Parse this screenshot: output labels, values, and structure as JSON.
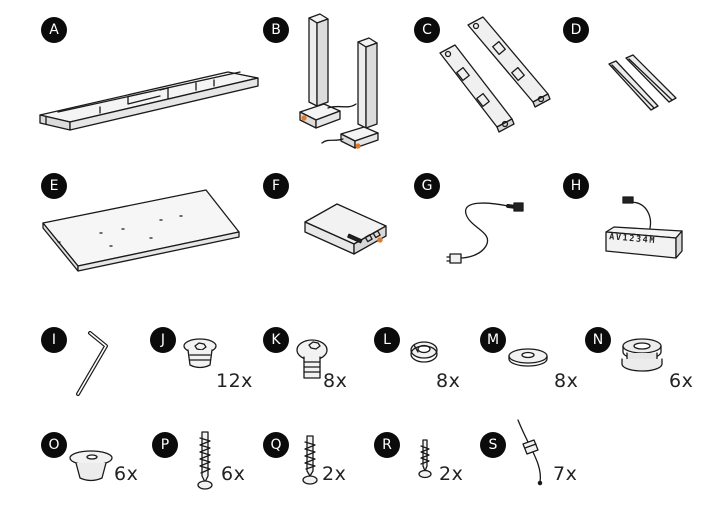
{
  "parts": [
    {
      "label": "A",
      "qty": "",
      "icon": "crossbeam-icon"
    },
    {
      "label": "B",
      "qty": "",
      "icon": "leg-column-icon"
    },
    {
      "label": "C",
      "qty": "",
      "icon": "foot-base-icon"
    },
    {
      "label": "D",
      "qty": "",
      "icon": "side-bracket-icon"
    },
    {
      "label": "E",
      "qty": "",
      "icon": "desktop-panel-icon"
    },
    {
      "label": "F",
      "qty": "",
      "icon": "control-box-icon"
    },
    {
      "label": "G",
      "qty": "",
      "icon": "power-cord-icon"
    },
    {
      "label": "H",
      "qty": "",
      "icon": "handset-icon"
    },
    {
      "label": "I",
      "qty": "",
      "icon": "hex-key-icon"
    },
    {
      "label": "J",
      "qty": "12x",
      "icon": "flat-head-screw-icon"
    },
    {
      "label": "K",
      "qty": "8x",
      "icon": "button-head-screw-icon"
    },
    {
      "label": "L",
      "qty": "8x",
      "icon": "spring-washer-icon"
    },
    {
      "label": "M",
      "qty": "8x",
      "icon": "flat-washer-icon"
    },
    {
      "label": "N",
      "qty": "6x",
      "icon": "rubber-spacer-icon"
    },
    {
      "label": "O",
      "qty": "6x",
      "icon": "foot-pad-icon"
    },
    {
      "label": "P",
      "qty": "6x",
      "icon": "long-wood-screw-icon"
    },
    {
      "label": "Q",
      "qty": "2x",
      "icon": "medium-wood-screw-icon"
    },
    {
      "label": "R",
      "qty": "2x",
      "icon": "short-wood-screw-icon"
    },
    {
      "label": "S",
      "qty": "7x",
      "icon": "cable-clip-icon"
    }
  ],
  "handset_display": "AV1234M",
  "colors": {
    "badge": "#0b0b0b",
    "line": "#1a1a1a",
    "fill_light": "#f2f2f2",
    "fill_mid": "#d8d8d8",
    "accent_orange": "#e07a2a"
  }
}
